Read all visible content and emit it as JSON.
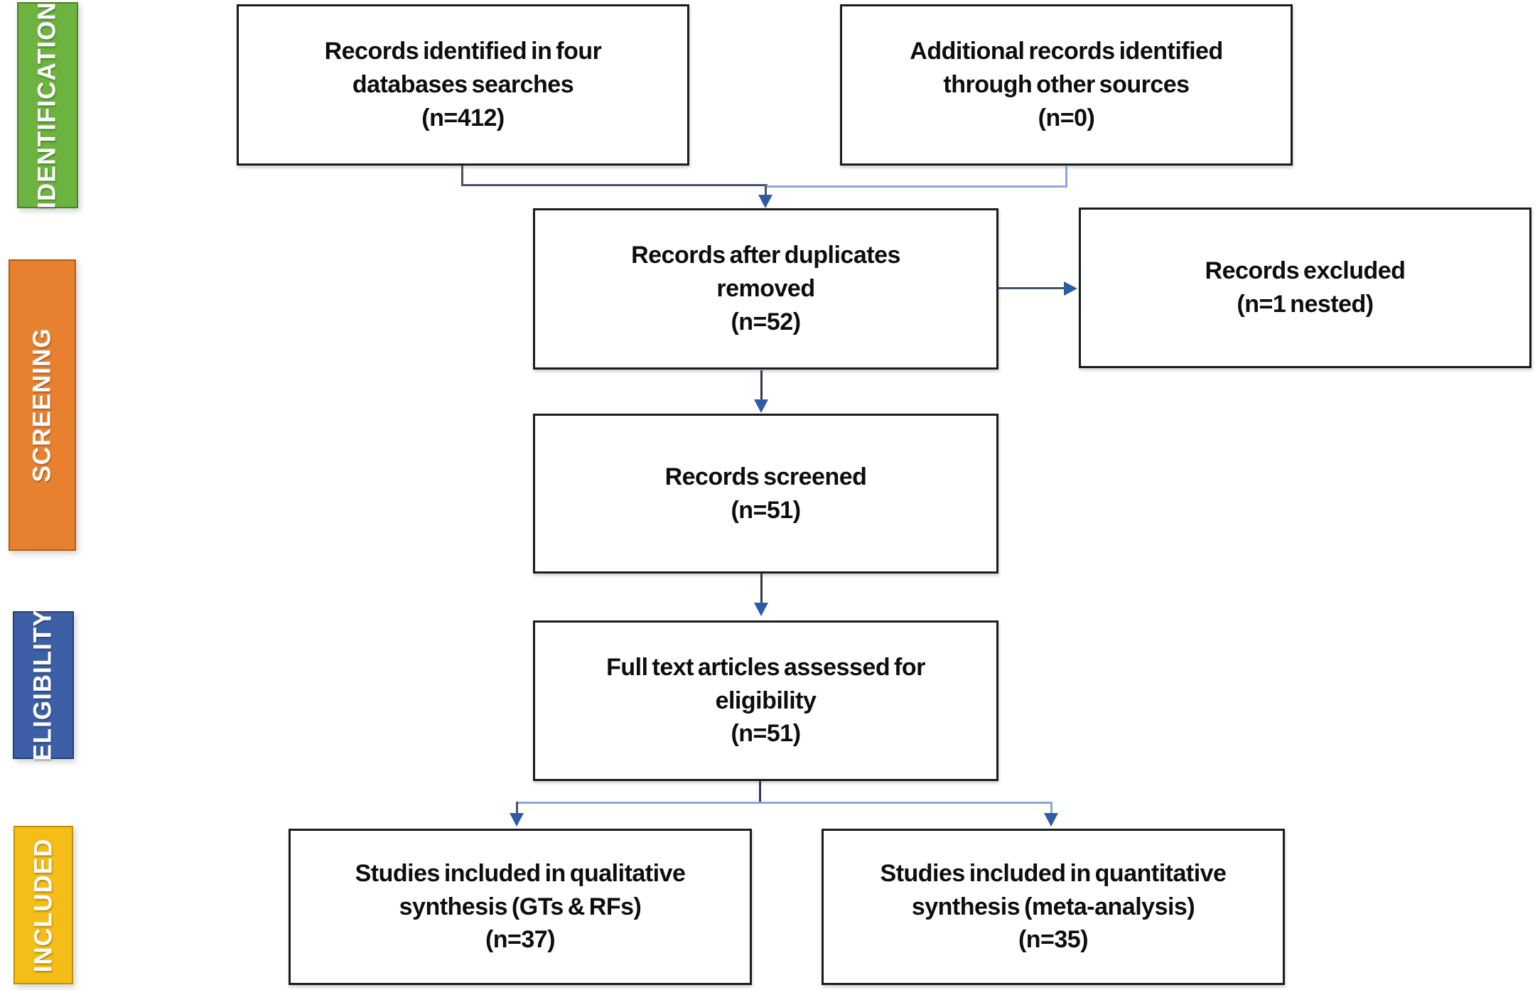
{
  "diagram": {
    "type": "prisma-flow",
    "stages": [
      {
        "label": "IDENTIFICATION",
        "color": "#6cb33f",
        "border_color": "#4e7f2c"
      },
      {
        "label": "SCREENING",
        "color": "#e8812f",
        "border_color": "#b35b15"
      },
      {
        "label": "ELIGIBILITY",
        "color": "#3d5fa8",
        "border_color": "#283f6f"
      },
      {
        "label": "INCLUDED",
        "color": "#f5bd17",
        "border_color": "#bf9000"
      }
    ],
    "boxes": [
      {
        "id": "records-identified",
        "text": "Records identified in four\ndatabases searches\n(n=412)"
      },
      {
        "id": "additional-records",
        "text": "Additional records identified\nthrough other sources\n(n=0)"
      },
      {
        "id": "after-duplicates",
        "text": "Records after duplicates\nremoved\n(n=52)"
      },
      {
        "id": "records-excluded",
        "text": "Records excluded\n(n=1 nested)"
      },
      {
        "id": "records-screened",
        "text": "Records screened\n(n=51)"
      },
      {
        "id": "full-text-assessed",
        "text": "Full text articles assessed for\neligibility\n(n=51)"
      },
      {
        "id": "qualitative-included",
        "text": "Studies included in qualitative\nsynthesis (GTs & RFs)\n(n=37)"
      },
      {
        "id": "quantitative-included",
        "text": "Studies included in quantitative\nsynthesis (meta-analysis)\n(n=35)"
      }
    ],
    "connector_colors": {
      "dark": "#44546a",
      "light": "#8ca6d9",
      "stem": "#2f3a4c",
      "arrow": "#2e5ba9"
    }
  }
}
